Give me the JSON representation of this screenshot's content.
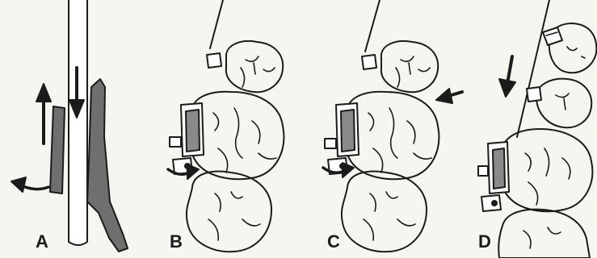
{
  "figure": {
    "panel_labels": [
      "A",
      "B",
      "C",
      "D"
    ],
    "colors": {
      "background": "#f7f5f0",
      "ink": "#1b1b1b",
      "bracket_fill": "#6f6f6f"
    }
  }
}
